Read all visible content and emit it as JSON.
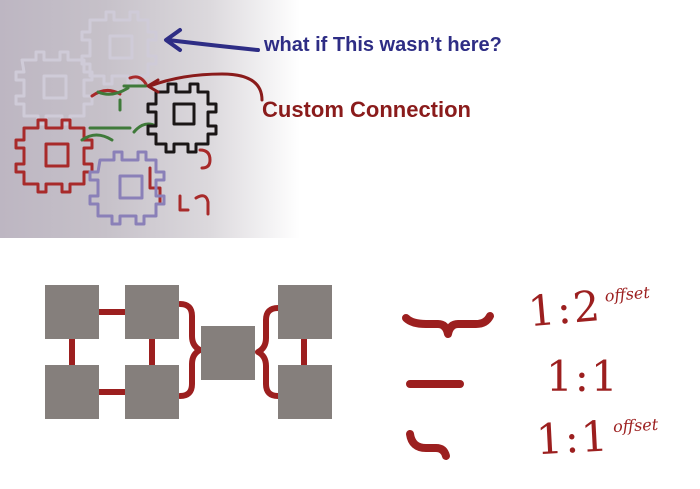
{
  "annotations": {
    "what_if": "what if This wasn’t here?",
    "custom_connection": "Custom Connection"
  },
  "legend": [
    {
      "ratio": "1:2",
      "qualifier": "offset"
    },
    {
      "ratio": "1:1",
      "qualifier": ""
    },
    {
      "ratio": "1:1",
      "qualifier": "offset"
    }
  ],
  "colors": {
    "arrow_blue": "#2e2d85",
    "connection_red": "#9c1f1f",
    "block_gray": "#857f7c",
    "sketch_green": "#3f7a3a",
    "sketch_purple": "#8a80b8"
  }
}
